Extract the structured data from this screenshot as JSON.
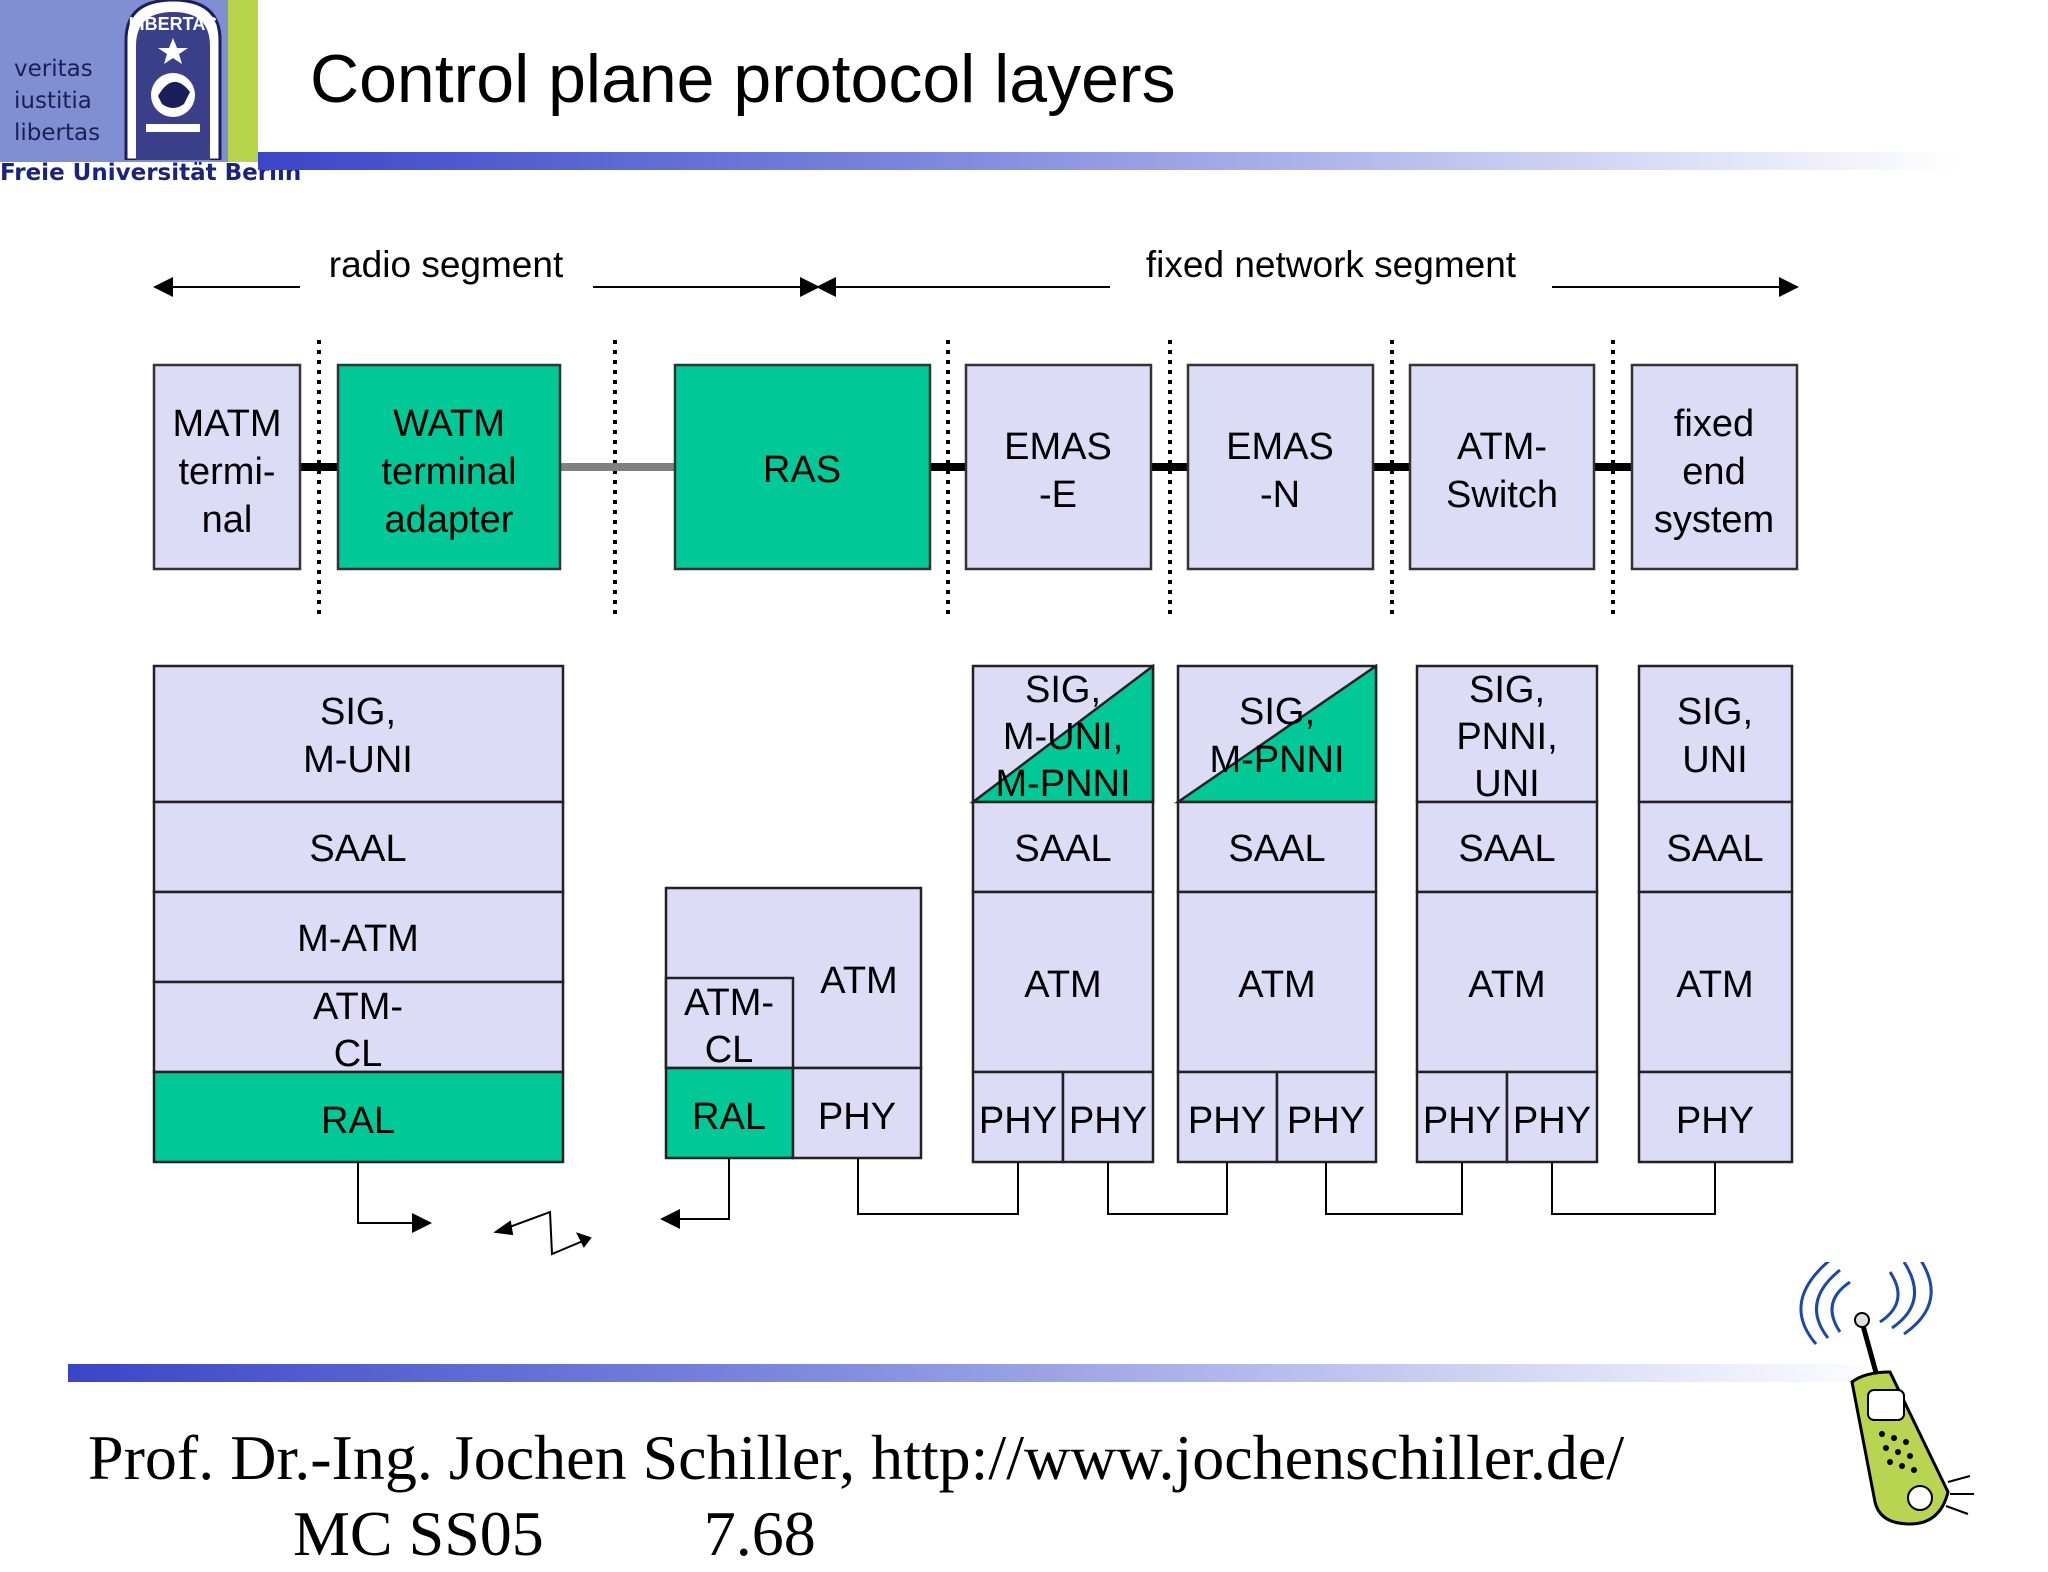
{
  "logo": {
    "words": [
      "veritas",
      "iustitia",
      "libertas"
    ],
    "seal_text": "LIBERTAS",
    "university": "Freie Universität Berlin"
  },
  "slide": {
    "title": "Control plane protocol layers",
    "footer_line1": "Prof. Dr.-Ing. Jochen Schiller, http://www.jochenschiller.de/",
    "footer_line2": "MC SS05          7.68"
  },
  "colors": {
    "lilac": "#dcdcf6",
    "green": "#00c896",
    "bar_blue": "#3a46c8",
    "logo_blue": "#7f8fd1",
    "logo_green": "#b8d44c"
  },
  "segments": {
    "radio": "radio segment",
    "fixed": "fixed network segment"
  },
  "devices": [
    {
      "label": [
        "MATM",
        "termi-",
        "nal"
      ],
      "fill": "lilac"
    },
    {
      "label": [
        "WATM",
        "terminal",
        "adapter"
      ],
      "fill": "green"
    },
    {
      "label": [
        "RAS"
      ],
      "fill": "green"
    },
    {
      "label": [
        "EMAS",
        "-E"
      ],
      "fill": "lilac"
    },
    {
      "label": [
        "EMAS",
        "-N"
      ],
      "fill": "lilac"
    },
    {
      "label": [
        "ATM-",
        "Switch"
      ],
      "fill": "lilac"
    },
    {
      "label": [
        "fixed",
        "end",
        "system"
      ],
      "fill": "lilac"
    }
  ],
  "stacks": {
    "terminal": [
      [
        "SIG,",
        "M-UNI"
      ],
      [
        "SAAL"
      ],
      [
        "M-ATM"
      ],
      [
        "ATM-",
        "CL"
      ],
      [
        "RAL"
      ]
    ],
    "ras": {
      "atm": "ATM",
      "atm_cl": [
        "ATM-",
        "CL"
      ],
      "ral": "RAL",
      "phy": "PHY"
    },
    "emas_e": {
      "sig": [
        "SIG,",
        "M-UNI,",
        "M-PNNI"
      ],
      "saal": "SAAL",
      "atm": "ATM",
      "phy": [
        "PHY",
        "PHY"
      ]
    },
    "emas_n": {
      "sig": [
        "SIG,",
        "M-PNNI"
      ],
      "saal": "SAAL",
      "atm": "ATM",
      "phy": [
        "PHY",
        "PHY"
      ]
    },
    "switch": {
      "sig": [
        "SIG,",
        "PNNI,",
        "UNI"
      ],
      "saal": "SAAL",
      "atm": "ATM",
      "phy": [
        "PHY",
        "PHY"
      ]
    },
    "fixed": {
      "sig": [
        "SIG,",
        "UNI"
      ],
      "saal": "SAAL",
      "atm": "ATM",
      "phy": [
        "PHY"
      ]
    }
  }
}
